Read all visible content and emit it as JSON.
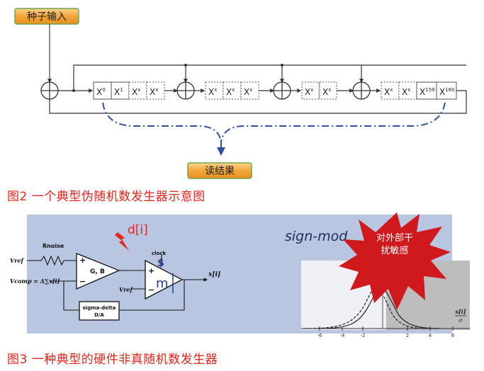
{
  "figure2": {
    "seed_label": "种子输入",
    "read_label": "读结果",
    "caption": "图2  一个典型伪随机数发生器示意图",
    "cells": [
      {
        "base": "X",
        "sup": "0"
      },
      {
        "base": "X",
        "sup": "1"
      },
      {
        "base": "X",
        "sup": "x"
      },
      {
        "base": "X",
        "sup": "x"
      },
      {
        "base": "X",
        "sup": "x"
      },
      {
        "base": "X",
        "sup": "x"
      },
      {
        "base": "X",
        "sup": "x"
      },
      {
        "base": "X",
        "sup": "x"
      },
      {
        "base": "X",
        "sup": "x"
      },
      {
        "base": "X",
        "sup": "x"
      },
      {
        "base": "X",
        "sup": "x"
      },
      {
        "base": "X",
        "sup": "159"
      },
      {
        "base": "X",
        "sup": "160"
      }
    ],
    "colors": {
      "button_fill": "#f2a63a",
      "button_border": "#6aa84f",
      "dash": "#2f4f9a"
    }
  },
  "figure3": {
    "caption": "图3   一种典型的硬件非真随机数发生器",
    "d_label": "d[i]",
    "burst_text": [
      "对外部干",
      "扰敏感"
    ],
    "sign_mode": "sign-mod",
    "r_noise": "Rnoise",
    "v_ref": "Vref",
    "v_comp": "Vcomp = Δ∑x[i]",
    "gain_label": "G, B",
    "clock_label": "clock",
    "dollar": "$",
    "m_label": "m",
    "x_out": "x[i]",
    "sd_line1": "sigma-delta",
    "sd_line2": "D/A",
    "plus": "+",
    "minus": "−",
    "axis_ticks": [
      "-6",
      "-4",
      "-2",
      "2",
      "4",
      "6"
    ],
    "axis_label": "s[i]",
    "axis_label_den": "σ",
    "colors": {
      "panel": "#b9c6e2",
      "burst": "#d0191c",
      "d_red": "#e02a20"
    }
  }
}
